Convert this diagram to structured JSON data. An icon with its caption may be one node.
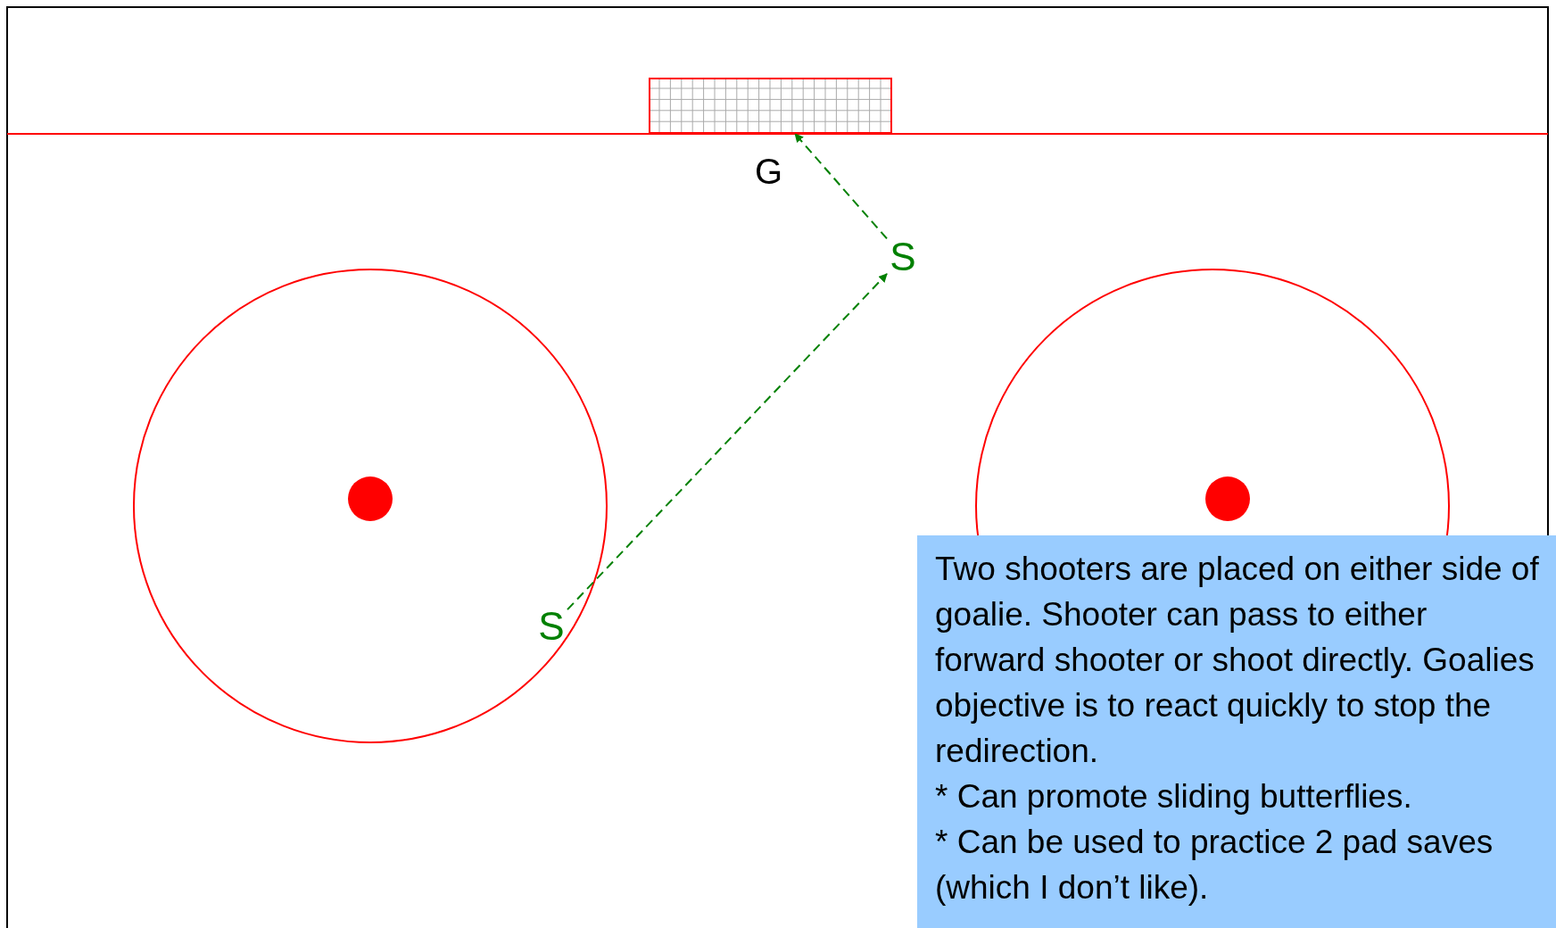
{
  "diagram": {
    "nodes": [
      {
        "text": [],
        "shape": "box"
      },
      {
        "text": [
          "S"
        ]
      },
      {
        "text": [
          "S"
        ]
      },
      {
        "text": [
          "Two shooters are placed on either side of goalie. Shooter can pass to either forward shooter or shoot directly. Goalies objective is to react quickly to stop the redirection.",
          "* Can promote sliding butterflies.",
          "* Can be used to practice 2 pad saves (which I don’t like)."
        ]
      }
    ],
    "edges": [
      {
        "from": 2,
        "to": 1,
        "arrow": "to",
        "style": "dashed",
        "color": "#008000"
      },
      {
        "from": 1,
        "to": 0,
        "arrow": "to",
        "style": "dashed",
        "color": "#008000"
      }
    ],
    "labels": [
      "G"
    ]
  }
}
